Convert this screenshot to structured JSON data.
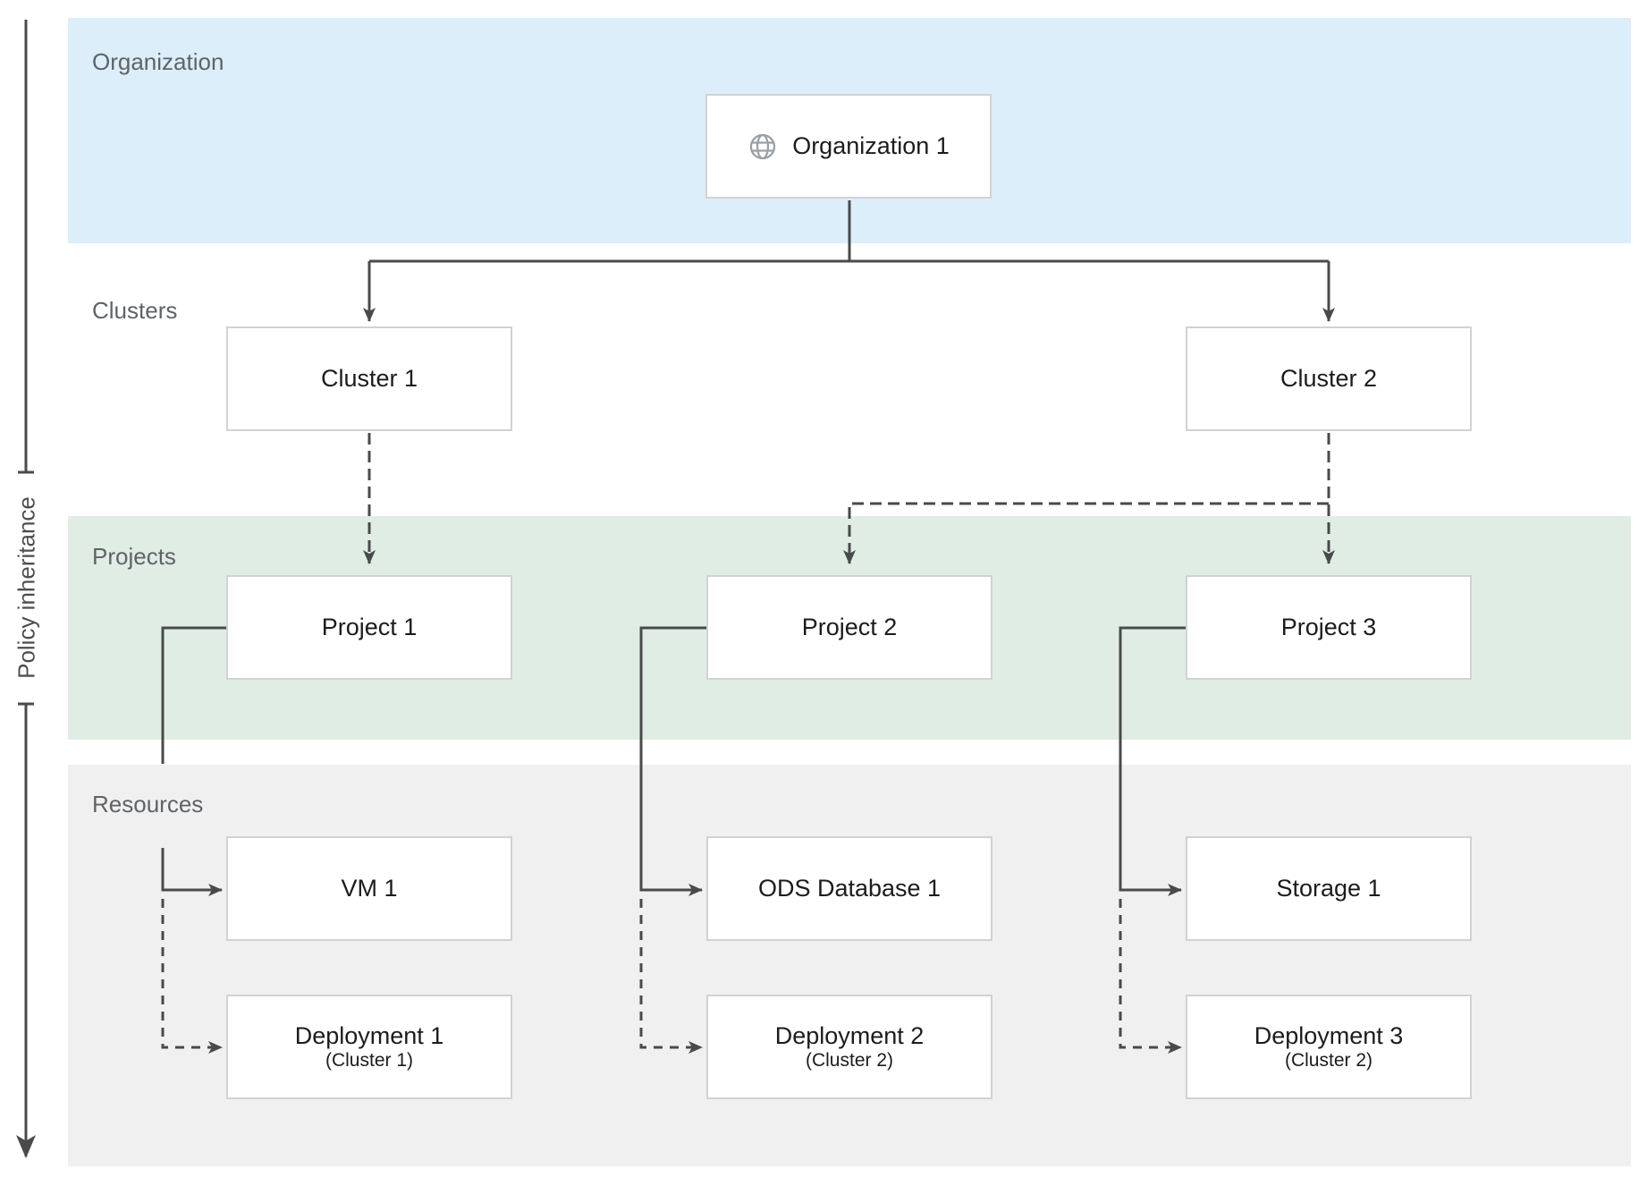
{
  "policy_axis": {
    "label": "Policy inheritance"
  },
  "bands": {
    "organization": {
      "label": "Organization",
      "color": "#dbeef9"
    },
    "clusters": {
      "label": "Clusters",
      "color": "#ffffff"
    },
    "projects": {
      "label": "Projects",
      "color": "#e0ede5"
    },
    "resources": {
      "label": "Resources",
      "color": "#f0f0f0"
    }
  },
  "nodes": {
    "org1": {
      "label": "Organization 1",
      "icon": "globe-icon"
    },
    "cluster1": {
      "label": "Cluster 1"
    },
    "cluster2": {
      "label": "Cluster 2"
    },
    "project1": {
      "label": "Project 1"
    },
    "project2": {
      "label": "Project 2"
    },
    "project3": {
      "label": "Project 3"
    },
    "vm1": {
      "label": "VM 1"
    },
    "ods1": {
      "label": "ODS Database 1"
    },
    "storage1": {
      "label": "Storage 1"
    },
    "dep1": {
      "label": "Deployment 1",
      "sublabel": "(Cluster 1)"
    },
    "dep2": {
      "label": "Deployment 2",
      "sublabel": "(Cluster 2)"
    },
    "dep3": {
      "label": "Deployment 3",
      "sublabel": "(Cluster 2)"
    }
  },
  "colors": {
    "connector": "#4a4a4a",
    "box_border": "#d2d2d2",
    "box_text": "#1c1c1c",
    "band_label_text": "#5f6368",
    "globe_icon": "#9aa0a6"
  }
}
